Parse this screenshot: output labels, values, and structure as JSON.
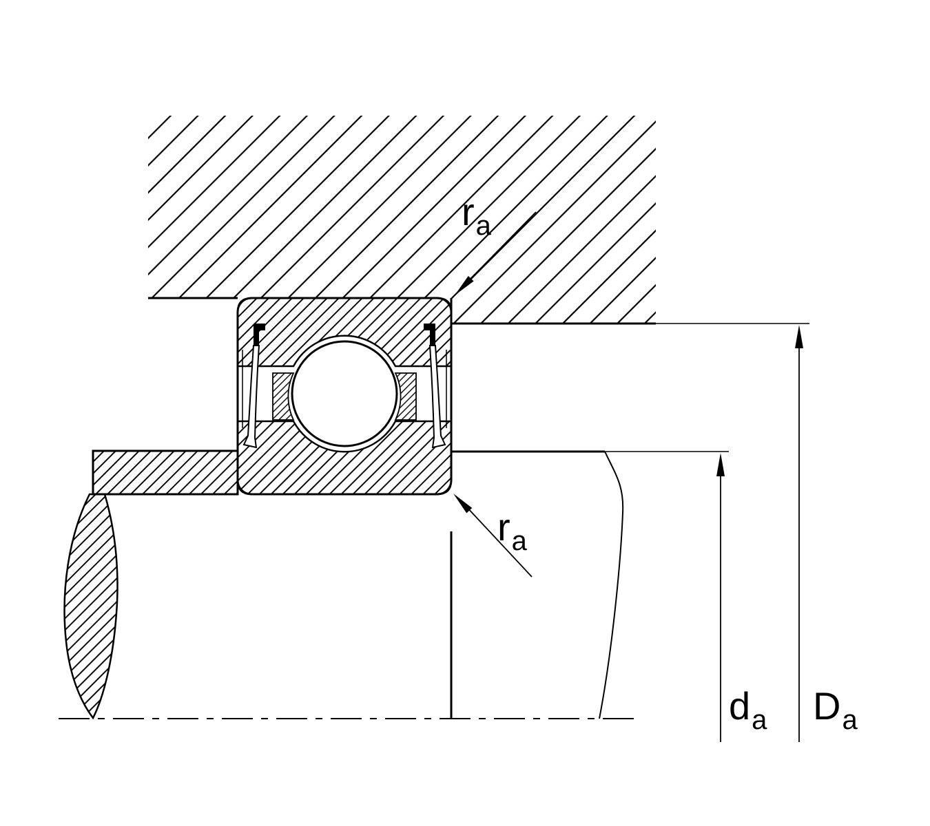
{
  "diagram": {
    "labels": {
      "fillet_top": {
        "base": "r",
        "sub": "a"
      },
      "fillet_bottom": {
        "base": "r",
        "sub": "a"
      },
      "shaft_abutment": {
        "base": "d",
        "sub": "a"
      },
      "housing_abutment": {
        "base": "D",
        "sub": "a"
      }
    },
    "colors": {
      "line": "#000000",
      "background": "#ffffff"
    }
  }
}
